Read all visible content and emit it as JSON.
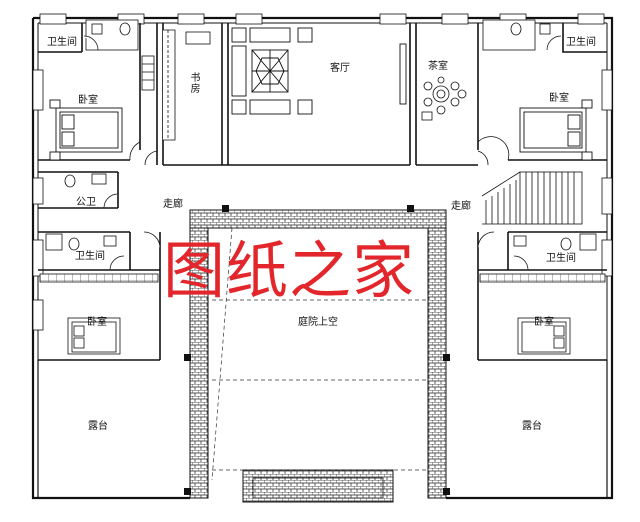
{
  "rooms": {
    "bath_top_left": "卫生间",
    "bath_top_right": "卫生间",
    "bedroom_top_left": "卧室",
    "bedroom_top_right": "卧室",
    "study": "书房",
    "living": "客厅",
    "tea": "茶室",
    "public_wc": "公卫",
    "corridor_left": "走廊",
    "corridor_right": "走廊",
    "bath_mid_left": "卫生间",
    "bath_mid_right": "卫生间",
    "bedroom_bottom_left": "卧室",
    "bedroom_bottom_right": "卧室",
    "courtyard": "庭院上空",
    "terrace_left": "露台",
    "terrace_right": "露台"
  },
  "watermark": "图纸之家",
  "colors": {
    "line": "#111111",
    "watermark": "#e2262b",
    "background": "#ffffff"
  }
}
